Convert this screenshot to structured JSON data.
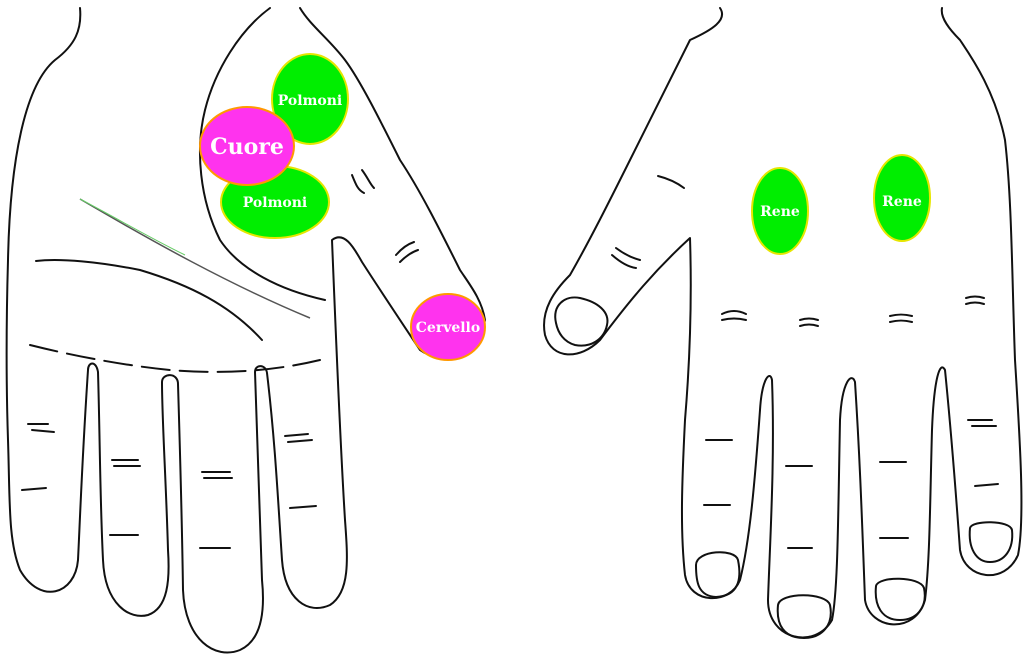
{
  "colors": {
    "green_zone": "#00ee00",
    "magenta_zone": "#ff33ee",
    "green_border": "#e6e600",
    "magenta_border": "#ff9900",
    "outline": "#111111"
  },
  "left_hand": {
    "labels": {
      "lungs_upper": "Polmoni",
      "heart": "Cuore",
      "lungs_lower": "Polmoni",
      "brain": "Cervello"
    }
  },
  "right_hand": {
    "labels": {
      "kidney_left": "Rene",
      "kidney_right": "Rene"
    }
  }
}
